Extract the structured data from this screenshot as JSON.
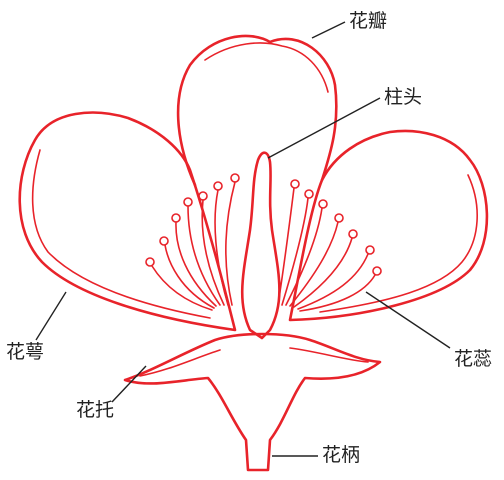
{
  "diagram": {
    "stroke_color": "#e8232a",
    "labels": {
      "petal": "花瓣",
      "stigma": "柱头",
      "sepal": "花萼",
      "stamen": "花蕊",
      "receptacle": "花托",
      "pedicel": "花柄"
    }
  }
}
